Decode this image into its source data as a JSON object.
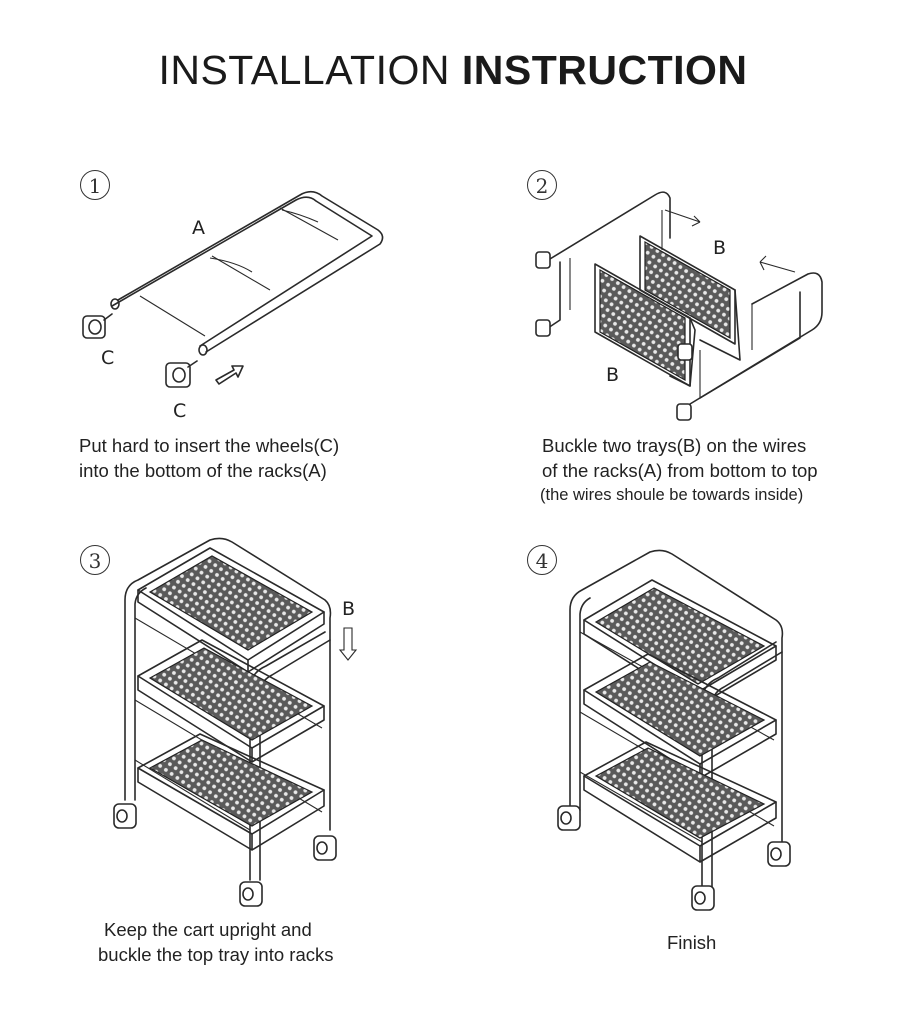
{
  "header": {
    "title_light": "INSTALLATION",
    "title_bold": "INSTRUCTION"
  },
  "steps": [
    {
      "number": "1",
      "labels": [
        "A",
        "C",
        "C"
      ],
      "caption_lines": [
        "Put hard to insert the wheels(C)",
        "into the bottom of the racks(A)"
      ]
    },
    {
      "number": "2",
      "labels": [
        "B",
        "B"
      ],
      "caption_lines": [
        "Buckle two trays(B) on the wires",
        "of the racks(A) from bottom to top"
      ],
      "caption_note": "(the wires shoule be towards inside)"
    },
    {
      "number": "3",
      "labels": [
        "B"
      ],
      "caption_lines": [
        "Keep the cart upright and",
        "buckle the top tray into racks"
      ]
    },
    {
      "number": "4",
      "labels": [],
      "caption_lines": [
        "Finish"
      ]
    }
  ],
  "colors": {
    "line": "#2a2a2a",
    "mesh": "#4a4a4a",
    "background": "#ffffff"
  }
}
